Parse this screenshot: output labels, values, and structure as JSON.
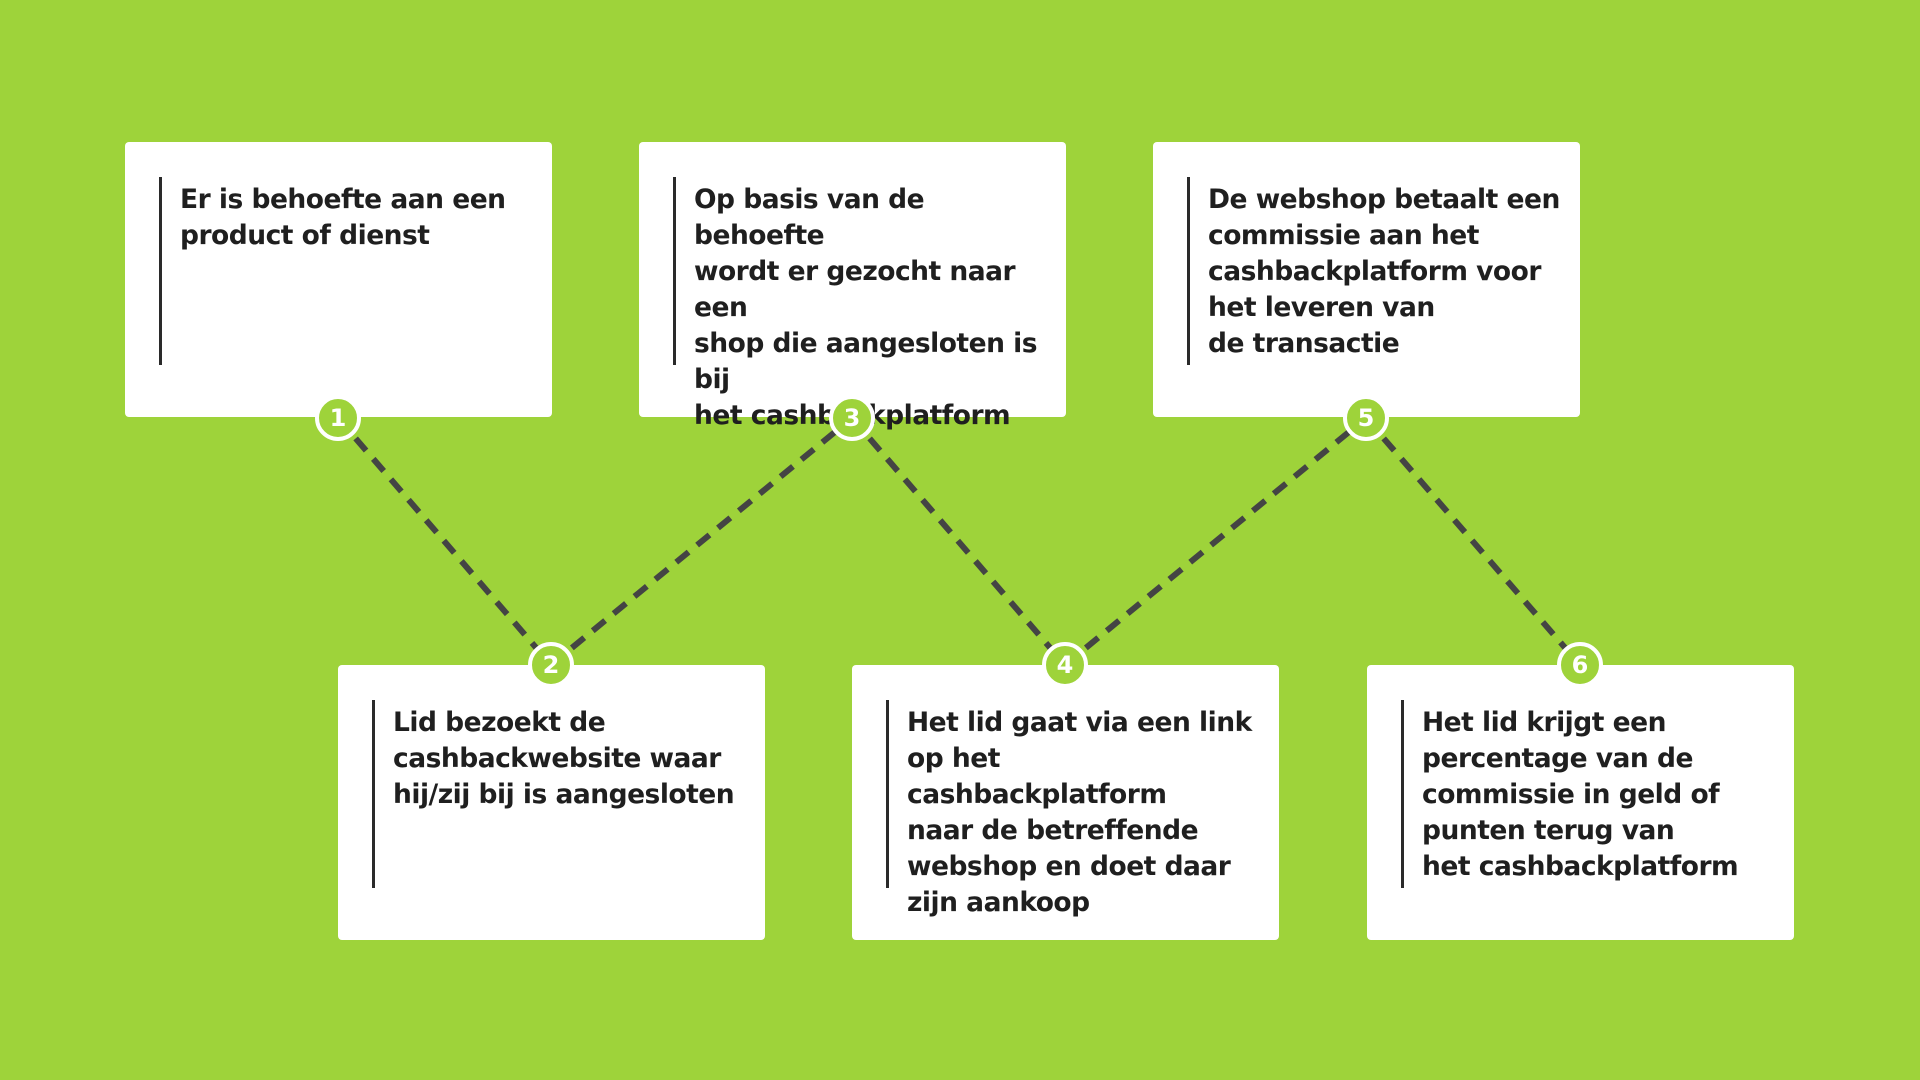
{
  "colors": {
    "background": "#9ed33a",
    "card": "#ffffff",
    "text": "#1f1f1f",
    "accent_bar": "#2a2a2a",
    "connector": "#444444",
    "node_fill": "#9ed33a",
    "node_border": "#ffffff"
  },
  "steps": [
    {
      "number": "1",
      "text": "Er is behoefte aan een\nproduct of dienst"
    },
    {
      "number": "2",
      "text": "Lid bezoekt de\ncashbackwebsite waar\nhij/zij bij is aangesloten"
    },
    {
      "number": "3",
      "text": "Op basis van de behoefte\nwordt er gezocht naar een\nshop die aangesloten is bij\nhet cashbackplatform"
    },
    {
      "number": "4",
      "text": "Het lid gaat via een link\nop het cashbackplatform\nnaar de betreffende\nwebshop en doet daar\nzijn aankoop"
    },
    {
      "number": "5",
      "text": "De webshop betaalt een\ncommissie aan het\ncashbackplatform voor\nhet leveren van\nde transactie"
    },
    {
      "number": "6",
      "text": "Het lid krijgt een\npercentage van de\ncommissie in geld of\npunten terug van\nhet cashbackplatform"
    }
  ]
}
